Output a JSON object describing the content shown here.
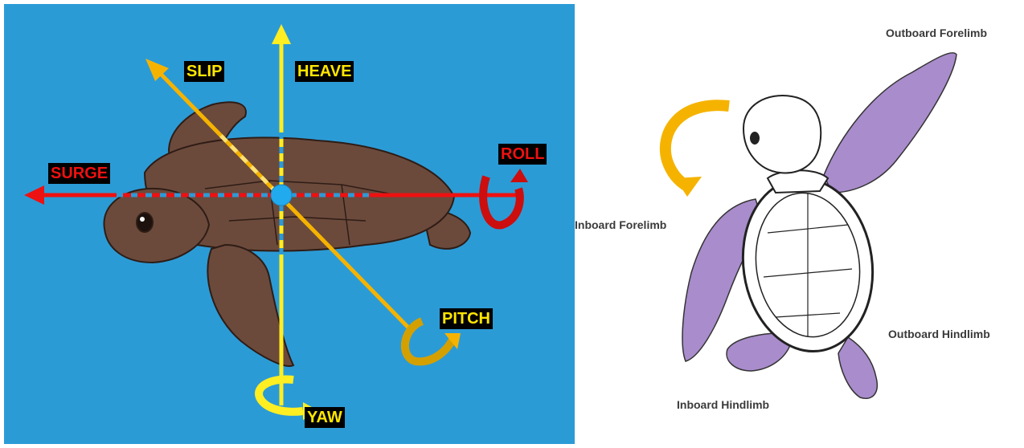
{
  "panels": {
    "motion_axes": {
      "labels": {
        "slip": "SLIP",
        "heave": "HEAVE",
        "surge": "SURGE",
        "roll": "ROLL",
        "pitch": "PITCH",
        "yaw": "YAW"
      },
      "colors": {
        "background": "#2b9bd6",
        "heave_yaw": "#ffee22",
        "slip_pitch": "#f5b300",
        "surge_roll": "#ee1111",
        "center_point": "#22aaee",
        "turtle_body": "#6b4a3c"
      }
    },
    "limbs": {
      "labels": {
        "outboard_forelimb": "Outboard Forelimb",
        "inboard_forelimb": "Inboard Forelimb",
        "outboard_hindlimb": "Outboard Hindlimb",
        "inboard_hindlimb": "Inboard Hindlimb"
      },
      "colors": {
        "limb_fill": "#a98ccc",
        "rotation_arrow": "#f5b300"
      }
    }
  }
}
